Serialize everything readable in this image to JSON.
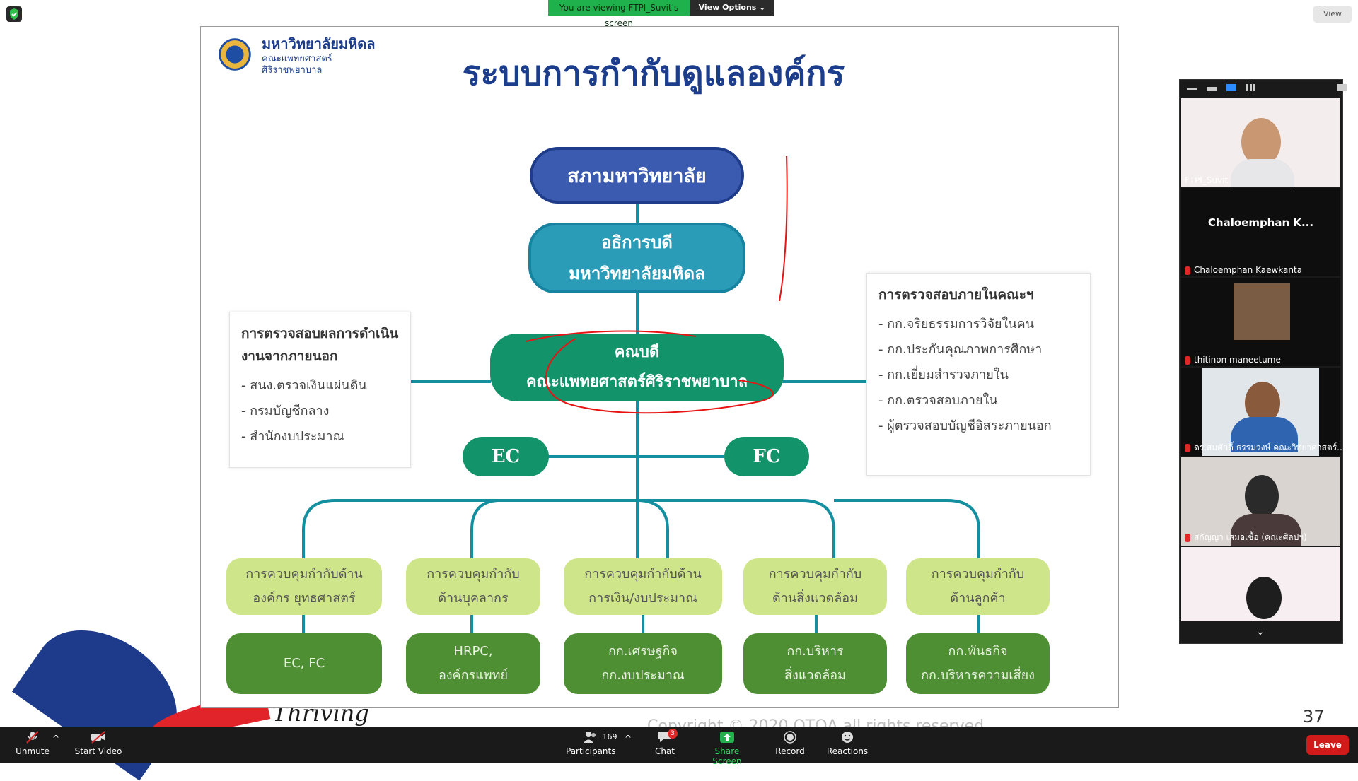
{
  "share_banner": {
    "viewing_text": "You are viewing FTPI_Suvit's screen",
    "view_options_label": "View Options ⌄"
  },
  "view_button_label": "View",
  "slide": {
    "university_name": "มหาวิทยาลัยมหิดล",
    "faculty_line1": "คณะแพทยศาสตร์",
    "faculty_line2": "ศิริราชพยาบาล",
    "title": "ระบบการกำกับดูแลองค์กร",
    "council": "สภามหาวิทยาลัย",
    "president": "อธิการบดี\nมหาวิทยาลัยมหิดล",
    "dean": "คณบดี\nคณะแพทยศาสตร์ศิริราชพยาบาล",
    "ec": "EC",
    "fc": "FC",
    "left_box": {
      "title": "การตรวจสอบผลการดำเนินงานจากภายนอก",
      "items": [
        "- สนง.ตรวจเงินแผ่นดิน",
        "- กรมบัญชีกลาง",
        "- สำนักงบประมาณ"
      ]
    },
    "right_box": {
      "title": "การตรวจสอบภายในคณะฯ",
      "items": [
        "- กก.จริยธรรมการวิจัยในคน",
        "- กก.ประกันคุณภาพการศึกษา",
        "- กก.เยี่ยมสำรวจภายใน",
        "- กก.ตรวจสอบภายใน",
        "- ผู้ตรวจสอบบัญชีอิสระภายนอก"
      ]
    },
    "control_boxes": [
      "การควบคุมกำกับด้าน\nองค์กร ยุทธศาสตร์",
      "การควบคุมกำกับ\nด้านบุคลากร",
      "การควบคุมกำกับด้าน\nการเงิน/งบประมาณ",
      "การควบคุมกำกับ\nด้านสิ่งแวดล้อม",
      "การควบคุมกำกับ\nด้านลูกค้า"
    ],
    "committee_boxes": [
      "EC, FC",
      "HRPC,\nองค์กรแพทย์",
      "กก.เศรษฐกิจ\nกก.งบประมาณ",
      "กก.บริหาร\nสิ่งแวดล้อม",
      "กก.พันธกิจ\nกก.บริหารความเสี่ยง"
    ]
  },
  "page_number": "37",
  "background_thriving": "Thriving",
  "copyright": "Copyright © 2020 OTQA all rights reserved",
  "participants_panel": {
    "tiles": [
      {
        "name": "FTPI_Suvit"
      },
      {
        "name": "Chaloemphan Kaewkanta",
        "display_big": "Chaloemphan  K..."
      },
      {
        "name": "thitinon maneetume"
      },
      {
        "name": "ดร.สมศักดิ์ ธรรมวงษ์ คณะวิทยาศาสตร์..."
      },
      {
        "name": "สกัญญา เสมอเชื้อ (คณะศิลปฯ)"
      },
      {
        "name": ""
      }
    ]
  },
  "toolbar": {
    "unmute": "Unmute",
    "start_video": "Start Video",
    "participants": "Participants",
    "participants_count": "169",
    "chat": "Chat",
    "chat_badge": "3",
    "share_screen": "Share Screen",
    "record": "Record",
    "reactions": "Reactions",
    "leave": "Leave"
  }
}
